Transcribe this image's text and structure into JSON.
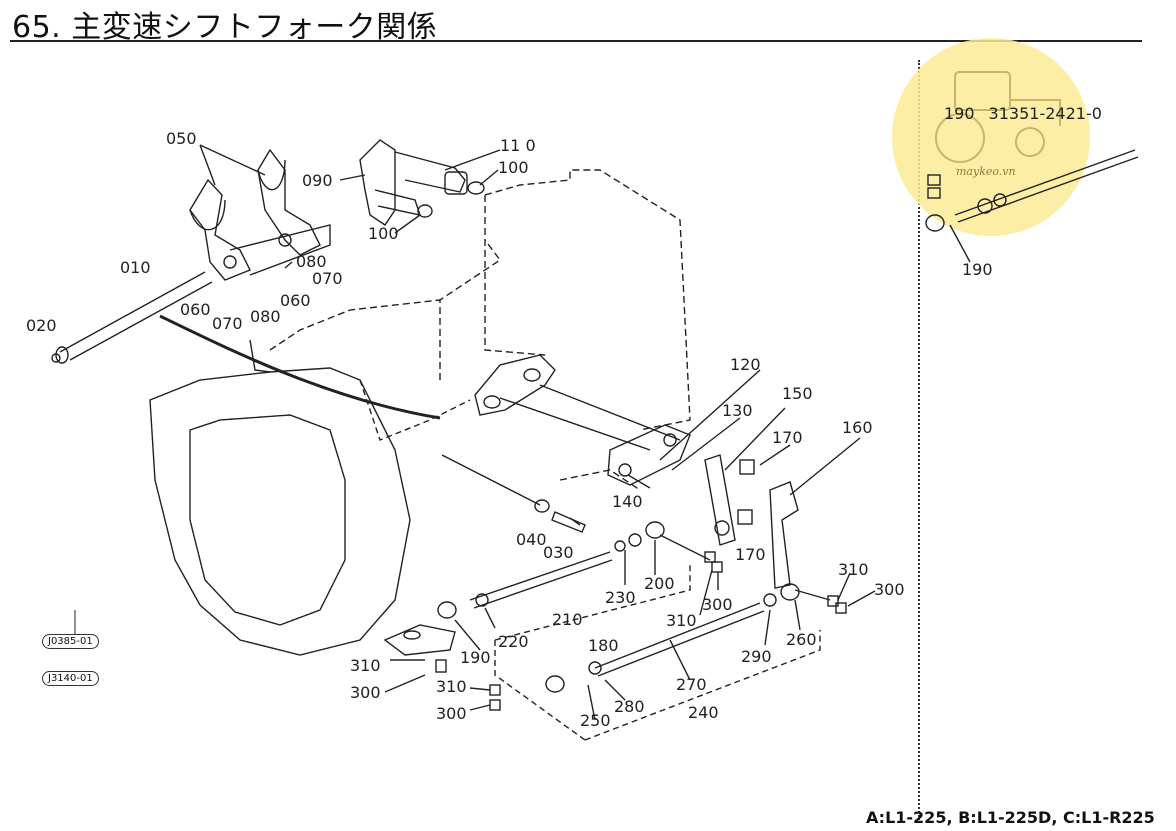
{
  "header": {
    "title": "65. 主変速シフトフォーク関係"
  },
  "reference": {
    "part_no": "190",
    "number": "31351-2421-0"
  },
  "watermark": {
    "text": "maykeo.vn",
    "color": "#fdeb96"
  },
  "labels": {
    "l050": "050",
    "l110": "11 0",
    "l100a": "100",
    "l090": "090",
    "l100b": "100",
    "l080a": "080",
    "l070a": "070",
    "l060a": "060",
    "l010": "010",
    "l020": "020",
    "l060b": "060",
    "l070b": "070",
    "l080b": "080",
    "l120": "120",
    "l130": "130",
    "l150": "150",
    "l170a": "170",
    "l160": "160",
    "l140": "140",
    "l040": "040",
    "l030": "030",
    "l170b": "170",
    "l230": "230",
    "l200": "200",
    "l310a": "310",
    "l300a": "300",
    "l210": "210",
    "l220": "220",
    "l180": "180",
    "l190": "190",
    "l310b": "310",
    "l300b": "300",
    "l310c": "310",
    "l300c": "300",
    "l250": "250",
    "l280": "280",
    "l270": "270",
    "l240": "240",
    "l290": "290",
    "l260": "260",
    "l310d": "310",
    "l300d": "300",
    "l190r": "190"
  },
  "codes": {
    "top": "J0385-01",
    "bottom": "J3140-01"
  },
  "footer": "A:L1-225, B:L1-225D, C:L1-R225"
}
